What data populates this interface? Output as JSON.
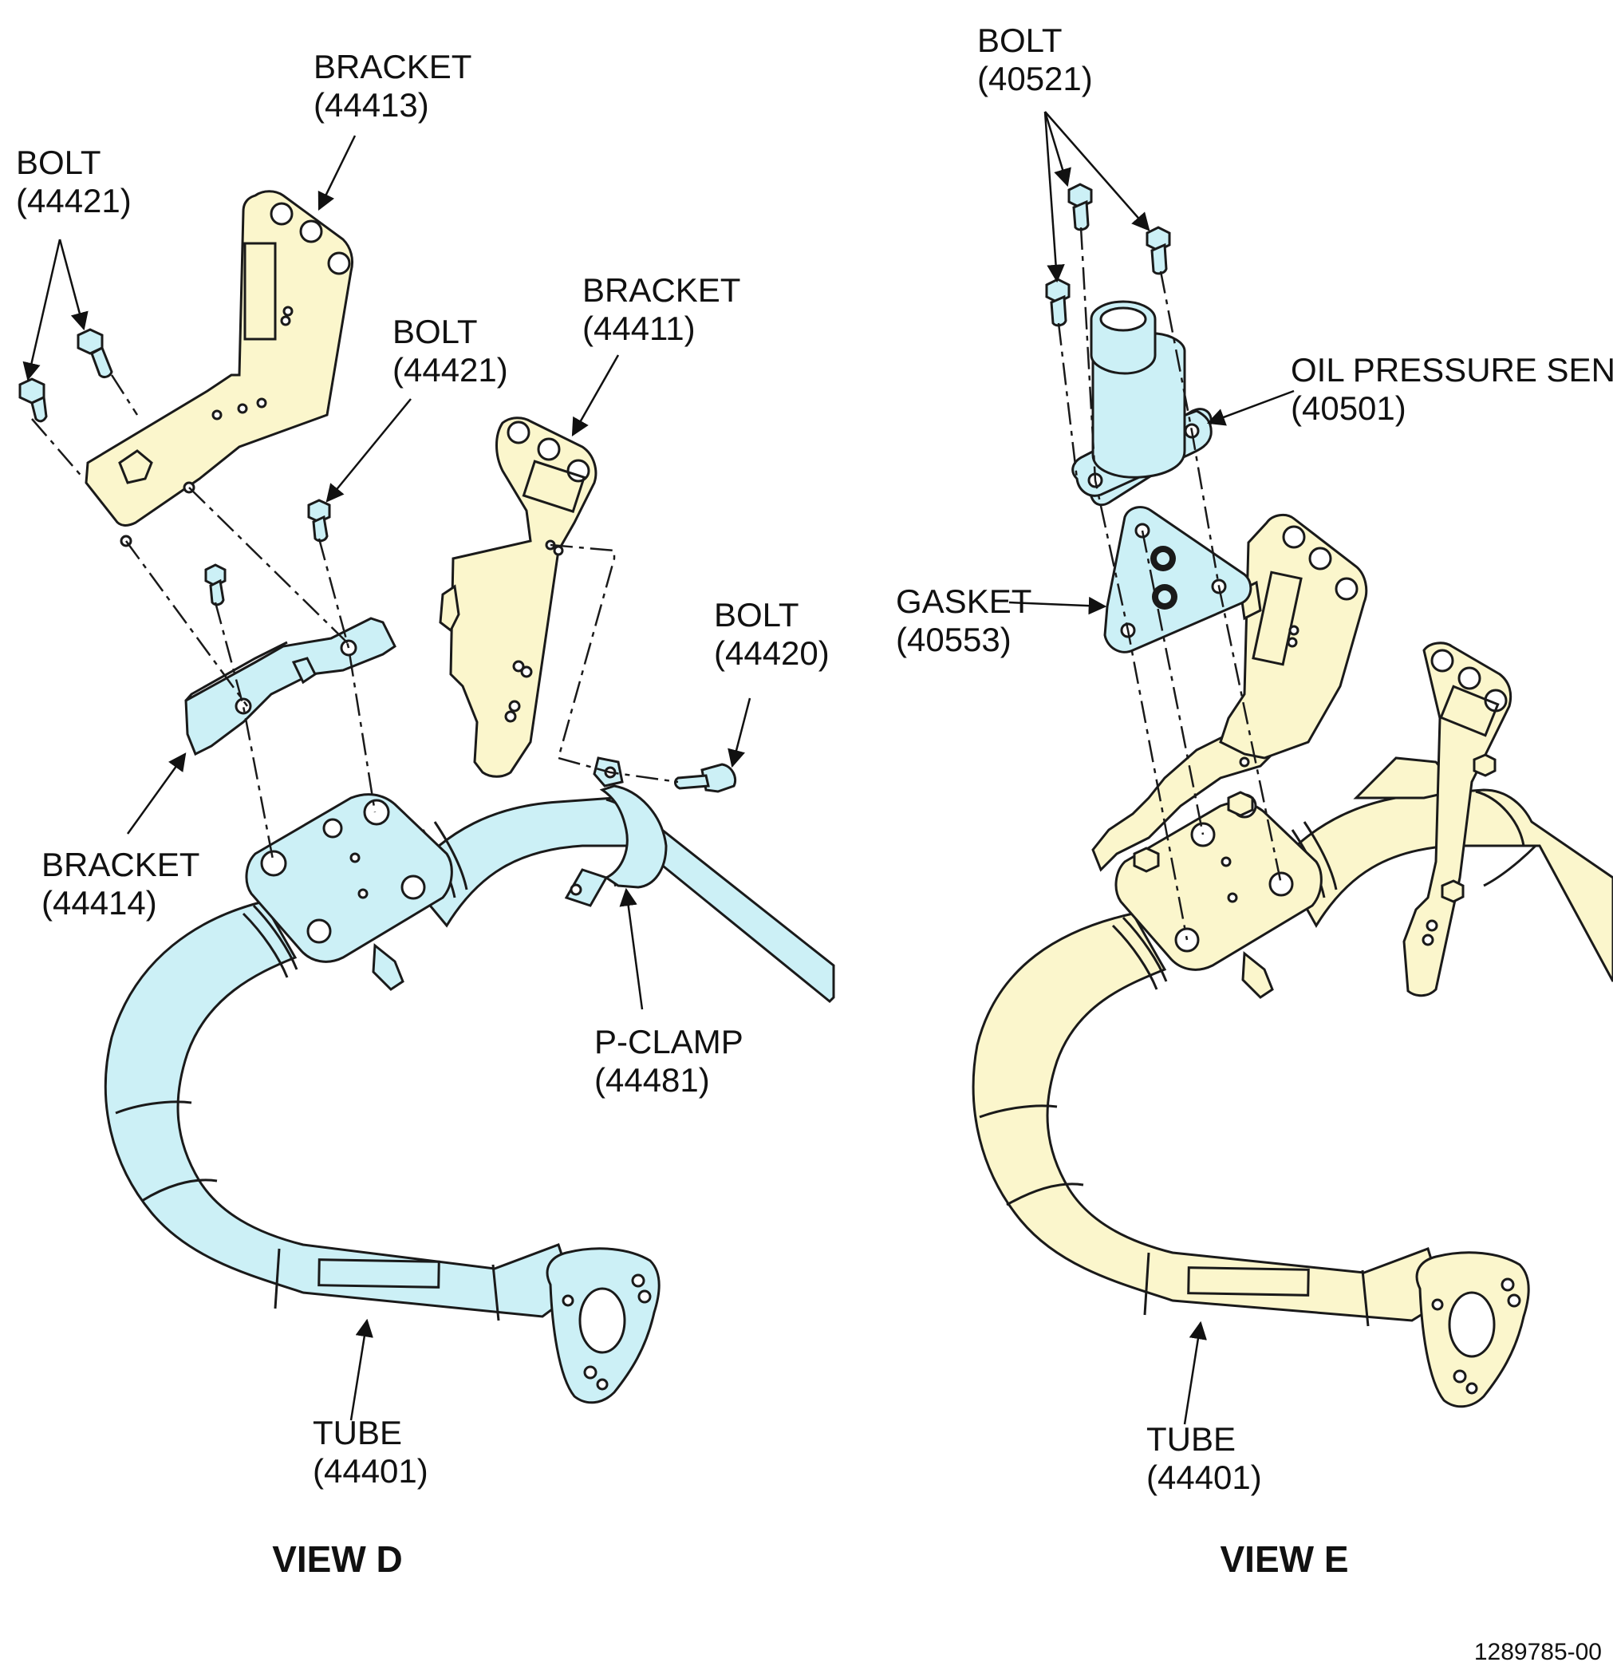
{
  "views": [
    {
      "title": "VIEW D",
      "callouts": [
        {
          "name": "BRACKET",
          "part": "(44413)"
        },
        {
          "name": "BOLT",
          "part": "(44421)"
        },
        {
          "name": "BOLT",
          "part": "(44421)"
        },
        {
          "name": "BRACKET",
          "part": "(44411)"
        },
        {
          "name": "BOLT",
          "part": "(44420)"
        },
        {
          "name": "BRACKET",
          "part": "(44414)"
        },
        {
          "name": "P-CLAMP",
          "part": "(44481)"
        },
        {
          "name": "TUBE",
          "part": "(44401)"
        }
      ]
    },
    {
      "title": "VIEW E",
      "callouts": [
        {
          "name": "BOLT",
          "part": "(40521)"
        },
        {
          "name": "OIL PRESSURE SENSOR",
          "part": "(40501)"
        },
        {
          "name": "GASKET",
          "part": "(40553)"
        },
        {
          "name": "TUBE",
          "part": "(44401)"
        }
      ]
    }
  ],
  "drawing_number": "1289785-00",
  "colors": {
    "highlight_view_d": "#ccf0f6",
    "highlight_view_e": "#fbf6cc",
    "line": "#1a1a1a"
  }
}
